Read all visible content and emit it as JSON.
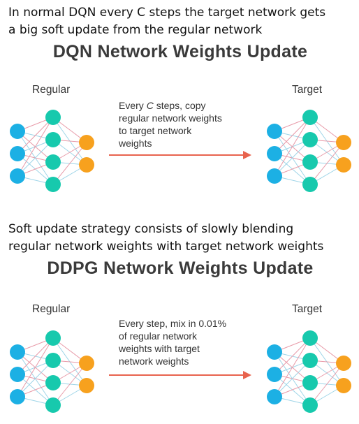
{
  "colors": {
    "input_node": "#1cb0e4",
    "hidden_node": "#17c9ad",
    "output_node": "#f7a11e",
    "arrow": "#e8634e",
    "edge_a": "#e89aa8",
    "edge_b": "#9fd5e8"
  },
  "icons": {
    "network": "neural-network-diagram",
    "arrow": "arrow-right-icon"
  },
  "captions": {
    "top": {
      "line1": "In normal DQN every C steps the target network gets",
      "line2": "a big soft update from the regular network"
    },
    "middle": {
      "line1": "Soft update strategy consists of slowly blending",
      "line2": "regular network weights with target network weights"
    }
  },
  "panels": {
    "dqn": {
      "title": "DQN Network Weights Update",
      "left_label": "Regular",
      "right_label": "Target",
      "note": {
        "line1_prefix": "Every ",
        "line1_italic": "C",
        "line1_suffix": " steps, copy",
        "line2": "regular network weights",
        "line3": "to target network",
        "line4": "weights"
      }
    },
    "ddpg": {
      "title": "DDPG Network Weights Update",
      "left_label": "Regular",
      "right_label": "Target",
      "note": {
        "line1": "Every step, mix in 0.01%",
        "line2": "of regular network",
        "line3": "weights with target",
        "line4": "network weights"
      }
    }
  }
}
